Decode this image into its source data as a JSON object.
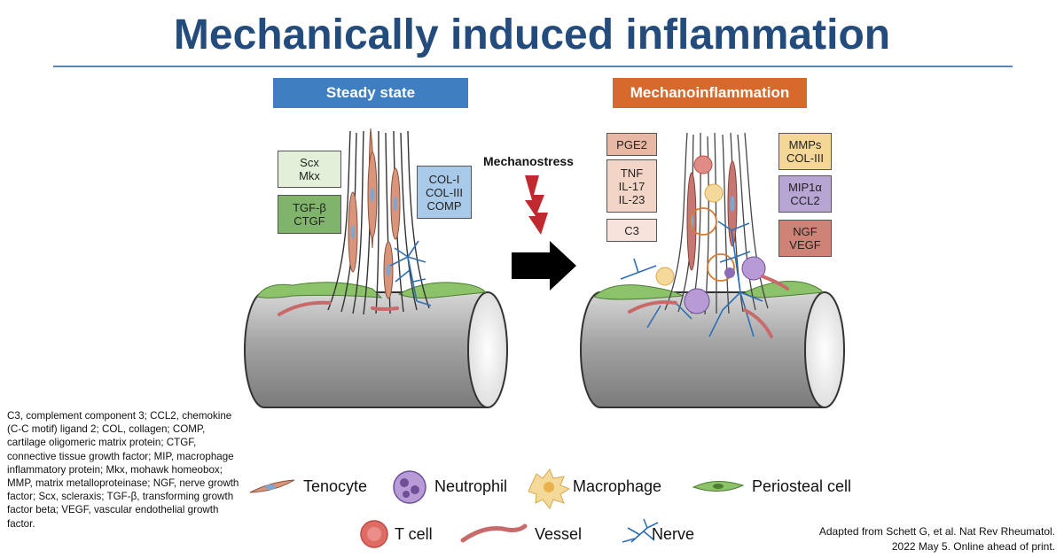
{
  "title": "Mechanically induced inflammation",
  "panels": {
    "steady": "Steady state",
    "mech": "Mechanoinflammation"
  },
  "stimulus": "Mechanostress",
  "steady_boxes": {
    "scx": [
      "Scx",
      "Mkx"
    ],
    "tgf": [
      "TGF-β",
      "CTGF"
    ],
    "col": [
      "COL-I",
      "COL-III",
      "COMP"
    ]
  },
  "mech_boxes": {
    "pge2": [
      "PGE2"
    ],
    "tnf": [
      "TNF",
      "IL-17",
      "IL-23"
    ],
    "c3": [
      "C3"
    ],
    "mmps": [
      "MMPs",
      "COL-III"
    ],
    "mip": [
      "MIP1α",
      "CCL2"
    ],
    "ngf": [
      "NGF",
      "VEGF"
    ]
  },
  "legend": {
    "tenocyte": "Tenocyte",
    "neutrophil": "Neutrophil",
    "macrophage": "Macrophage",
    "periosteal": "Periosteal cell",
    "tcell": "T cell",
    "vessel": "Vessel",
    "nerve": "Nerve"
  },
  "footnote": "C3, complement component 3; CCL2, chemokine (C-C motif) ligand 2; COL, collagen; COMP, cartilage oligomeric matrix protein; CTGF, connective tissue growth factor; MIP, macrophage inflammatory protein; Mkx, mohawk homeobox; MMP, matrix metalloproteinase; NGF, nerve growth factor; Scx, scleraxis; TGF-β, transforming growth factor beta; VEGF, vascular endothelial growth factor.",
  "credit": {
    "line1": "Adapted from Schett G, et al. Nat Rev Rheumatol.",
    "line2": "2022 May 5. Online ahead of print."
  },
  "colors": {
    "title": "#234b7c",
    "steady_header": "#3f7fc1",
    "mech_header": "#d8692d",
    "bone": "#9c9c9c",
    "periosteal": "#8cc26a",
    "tenocyte": "#d9957c",
    "vessel": "#c86a6a",
    "nerve": "#2e6fb3",
    "neutrophil": "#9b7ec1",
    "macrophage": "#f4d99a",
    "tcell": "#df6b65"
  }
}
